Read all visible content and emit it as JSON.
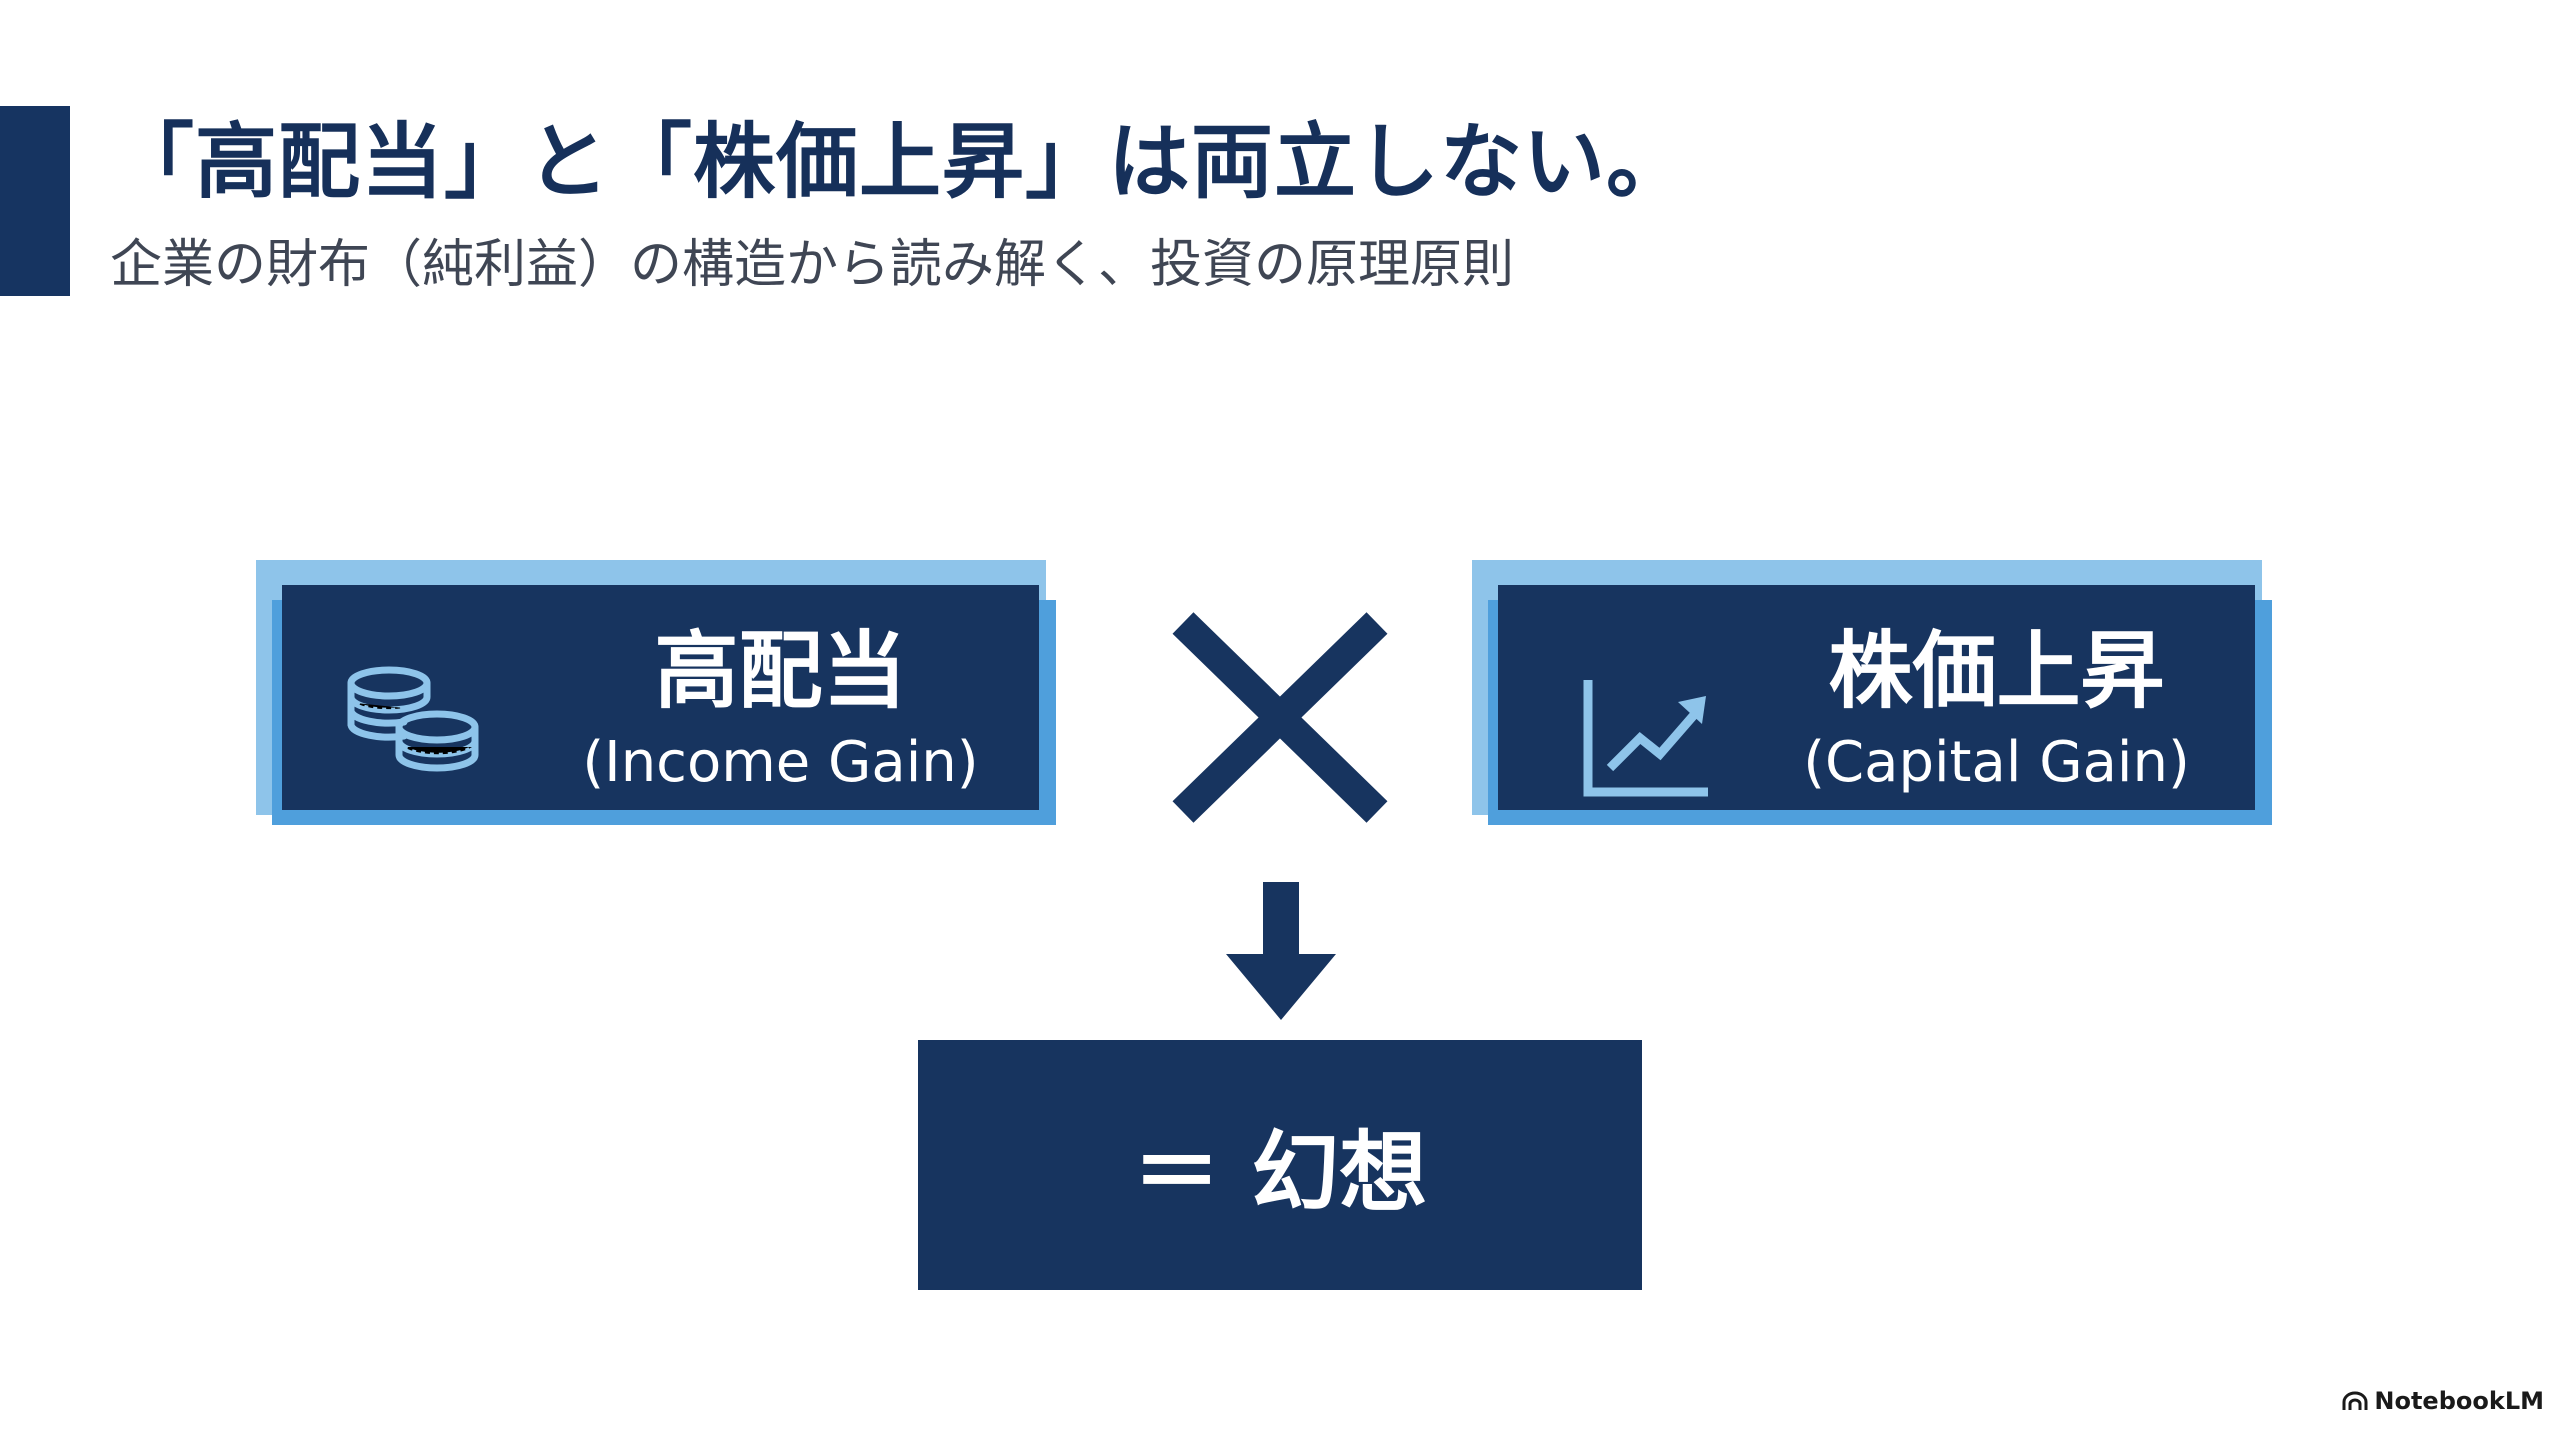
{
  "slide": {
    "title": "「高配当」と「株価上昇」は両立しない。",
    "subtitle": "企業の財布（純利益）の構造から読み解く、投資の原理原則"
  },
  "cards": {
    "income": {
      "label_jp": "高配当",
      "label_en": "(Income Gain)",
      "icon": "coins-icon"
    },
    "capital": {
      "label_jp": "株価上昇",
      "label_en": "(Capital Gain)",
      "icon": "growth-chart-icon"
    }
  },
  "operator": {
    "icon": "cross-icon"
  },
  "flow": {
    "icon": "down-arrow-icon"
  },
  "result": {
    "label": "＝ 幻想"
  },
  "brand": {
    "label": "NotebookLM",
    "icon": "notebooklm-logo-icon"
  },
  "colors": {
    "navy": "#17345f",
    "light_blue": "#8ec4ea",
    "mid_blue": "#4f9fdc",
    "text_gray": "#3f4654"
  }
}
